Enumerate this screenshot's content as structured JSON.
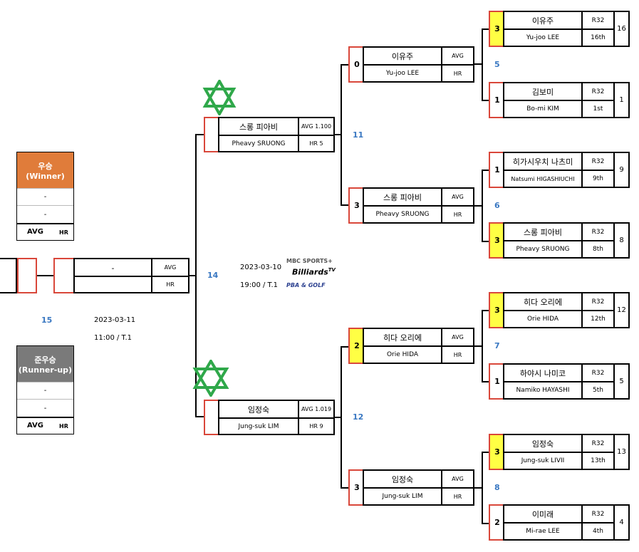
{
  "winner_box": {
    "title_line1": "우승",
    "title_line2": "(Winner)",
    "row1": "-",
    "row2": "-",
    "avg": "AVG",
    "hr": "HR",
    "color": "#e07c3a"
  },
  "runnerup_box": {
    "title_line1": "준우승",
    "title_line2": "(Runner-up)",
    "row1": "-",
    "row2": "-",
    "avg": "AVG",
    "hr": "HR",
    "color": "#7a7a7a"
  },
  "final": {
    "match_no": "15",
    "date": "2023-03-11",
    "time": "11:00 /  T.1",
    "name": "-",
    "avg": "AVG",
    "hr": "HR"
  },
  "semis_info": {
    "match_no": "14",
    "date": "2023-03-10",
    "time": "19:00 /  T.1"
  },
  "broadcast": {
    "line1": "MBC SPORTS+",
    "line2": "Billiards",
    "line2_sup": "TV",
    "line3": "PBA & GOLF"
  },
  "semis": [
    {
      "kr": "스롱 피아비",
      "en": "Pheavy SRUONG",
      "avg": "AVG 1.100",
      "hr": "HR 5"
    },
    {
      "kr": "임정숙",
      "en": "Jung-suk LIM",
      "avg": "AVG 1.019",
      "hr": "HR 9"
    }
  ],
  "quarters": [
    {
      "score": "0",
      "kr": "이유주",
      "en": "Yu-joo LEE",
      "avg": "AVG",
      "hr": "HR"
    },
    {
      "score": "3",
      "kr": "스롱 피아비",
      "en": "Pheavy SRUONG",
      "avg": "AVG",
      "hr": "HR"
    },
    {
      "score": "2",
      "kr": "히다 오리에",
      "en": "Orie HIDA",
      "avg": "AVG",
      "hr": "HR"
    },
    {
      "score": "3",
      "kr": "임정숙",
      "en": "Jung-suk LIM",
      "avg": "AVG",
      "hr": "HR"
    }
  ],
  "semi_match_nos": [
    "11",
    "12"
  ],
  "r16_match_nos": [
    "5",
    "6",
    "7",
    "8"
  ],
  "r16": [
    {
      "score": "3",
      "kr": "이유주",
      "en": "Yu-joo LEE",
      "round": "R32",
      "rank": "16th",
      "seed": "16"
    },
    {
      "score": "1",
      "kr": "김보미",
      "en": "Bo-mi KIM",
      "round": "R32",
      "rank": "1st",
      "seed": "1"
    },
    {
      "score": "1",
      "kr": "히가시우치 나츠미",
      "en": "Natsumi HIGASHIUCHI",
      "round": "R32",
      "rank": "9th",
      "seed": "9"
    },
    {
      "score": "3",
      "kr": "스롱 피아비",
      "en": "Pheavy SRUONG",
      "round": "R32",
      "rank": "8th",
      "seed": "8"
    },
    {
      "score": "3",
      "kr": "히다 오리에",
      "en": "Orie HIDA",
      "round": "R32",
      "rank": "12th",
      "seed": "12"
    },
    {
      "score": "1",
      "kr": "하야시 나미코",
      "en": "Namiko HAYASHI",
      "round": "R32",
      "rank": "5th",
      "seed": "5"
    },
    {
      "score": "3",
      "kr": "임정숙",
      "en": "Jung-suk LIVII",
      "round": "R32",
      "rank": "13th",
      "seed": "13"
    },
    {
      "score": "2",
      "kr": "이미래",
      "en": "Mi-rae LEE",
      "round": "R32",
      "rank": "4th",
      "seed": "4"
    }
  ],
  "colors": {
    "winner": "#e07c3a",
    "runnerup": "#7a7a7a",
    "highlight": "#ffff44",
    "red_border": "#d9473a",
    "match_no": "#3a78c2",
    "star": "#2fa84a"
  }
}
